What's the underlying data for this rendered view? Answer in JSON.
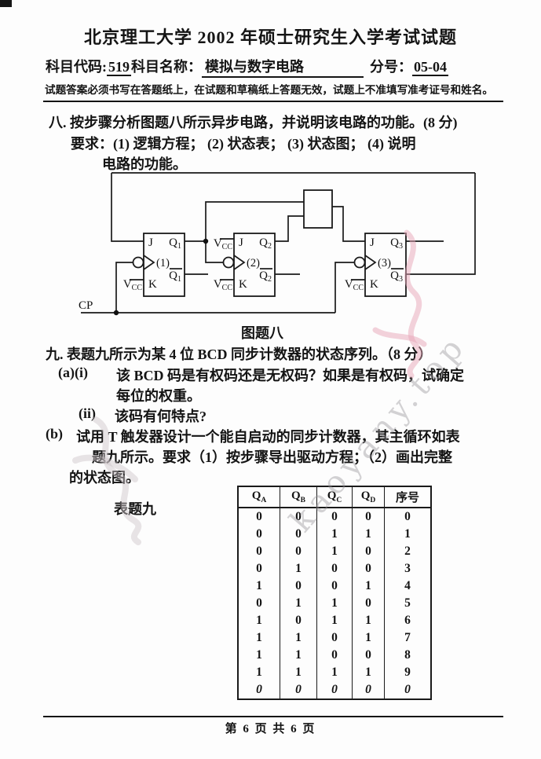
{
  "colors": {
    "paper": "#fdfdfd",
    "ink": "#141414",
    "watermark_gray": "#918f94",
    "watermark_pink": "#e8a6b7"
  },
  "header": {
    "title": "北京理工大学 2002 年硕士研究生入学考试试题",
    "subject_code_label": "科目代码:",
    "subject_code_value": "519",
    "subject_name_label": "科目名称：",
    "subject_name_value": "模拟与数字电路",
    "paper_no_label": "分号：",
    "paper_no_value": "05-04",
    "notice": "试题答案必须书写在答题纸上，在试题和草稿纸上答题无效，试题上不准填写准考证号和姓名。"
  },
  "question8": {
    "line1": "八. 按步骤分析图题八所示异步电路，并说明该电路的功能。(8 分)",
    "line2": "要求：(1) 逻辑方程； (2) 状态表； (3) 状态图； (4) 说明",
    "line3": "电路的功能。",
    "figure_caption": "图题八"
  },
  "circuit": {
    "cp_label": "CP",
    "vcc_base": "V",
    "vcc_sub": "CC",
    "ff": [
      {
        "j": "J",
        "k": "K",
        "num": "(1)",
        "q_base": "Q",
        "q_sub": "1"
      },
      {
        "j": "J",
        "k": "K",
        "num": "(2)",
        "q_base": "Q",
        "q_sub": "2"
      },
      {
        "j": "J",
        "k": "K",
        "num": "(3)",
        "q_base": "Q",
        "q_sub": "3"
      }
    ]
  },
  "question9": {
    "line1": "九. 表题九所示为某 4 位 BCD 同步计数器的状态序列。（8 分）",
    "a_i_label": "(a)(i)",
    "a_i_text1": "该 BCD 码是有权码还是无权码？如果是有权码，试确定",
    "a_i_text2": "每位的权重。",
    "a_ii_label": "(ii)",
    "a_ii_text": "该码有何特点?",
    "b_label": "(b)",
    "b_text1": "试用 T 触发器设计一个能自启动的同步计数器，其主循环如表",
    "b_text2": "题九所示。要求（1）按步骤导出驱动方程；（2）画出完整",
    "b_text3": "的状态图。",
    "table_caption": "表题九"
  },
  "table": {
    "headers": [
      {
        "base": "Q",
        "sub": "A"
      },
      {
        "base": "Q",
        "sub": "B"
      },
      {
        "base": "Q",
        "sub": "C"
      },
      {
        "base": "Q",
        "sub": "D"
      },
      {
        "label": "序号"
      }
    ],
    "rows": [
      {
        "cells": [
          "0",
          "0",
          "0",
          "0",
          "0"
        ],
        "italic": false
      },
      {
        "cells": [
          "0",
          "0",
          "1",
          "1",
          "1"
        ],
        "italic": false
      },
      {
        "cells": [
          "0",
          "0",
          "1",
          "0",
          "2"
        ],
        "italic": false
      },
      {
        "cells": [
          "0",
          "1",
          "0",
          "0",
          "3"
        ],
        "italic": false
      },
      {
        "cells": [
          "1",
          "0",
          "0",
          "1",
          "4"
        ],
        "italic": false
      },
      {
        "cells": [
          "0",
          "1",
          "1",
          "0",
          "5"
        ],
        "italic": false
      },
      {
        "cells": [
          "1",
          "0",
          "1",
          "1",
          "6"
        ],
        "italic": false
      },
      {
        "cells": [
          "1",
          "1",
          "0",
          "1",
          "7"
        ],
        "italic": false
      },
      {
        "cells": [
          "1",
          "1",
          "0",
          "0",
          "8"
        ],
        "italic": false
      },
      {
        "cells": [
          "1",
          "1",
          "1",
          "1",
          "9"
        ],
        "italic": false
      },
      {
        "cells": [
          "0",
          "0",
          "0",
          "0",
          "0"
        ],
        "italic": true
      }
    ]
  },
  "footer": {
    "page_text": "第  6 页    共 6 页"
  },
  "watermark": {
    "text": "kaoyany.top"
  }
}
